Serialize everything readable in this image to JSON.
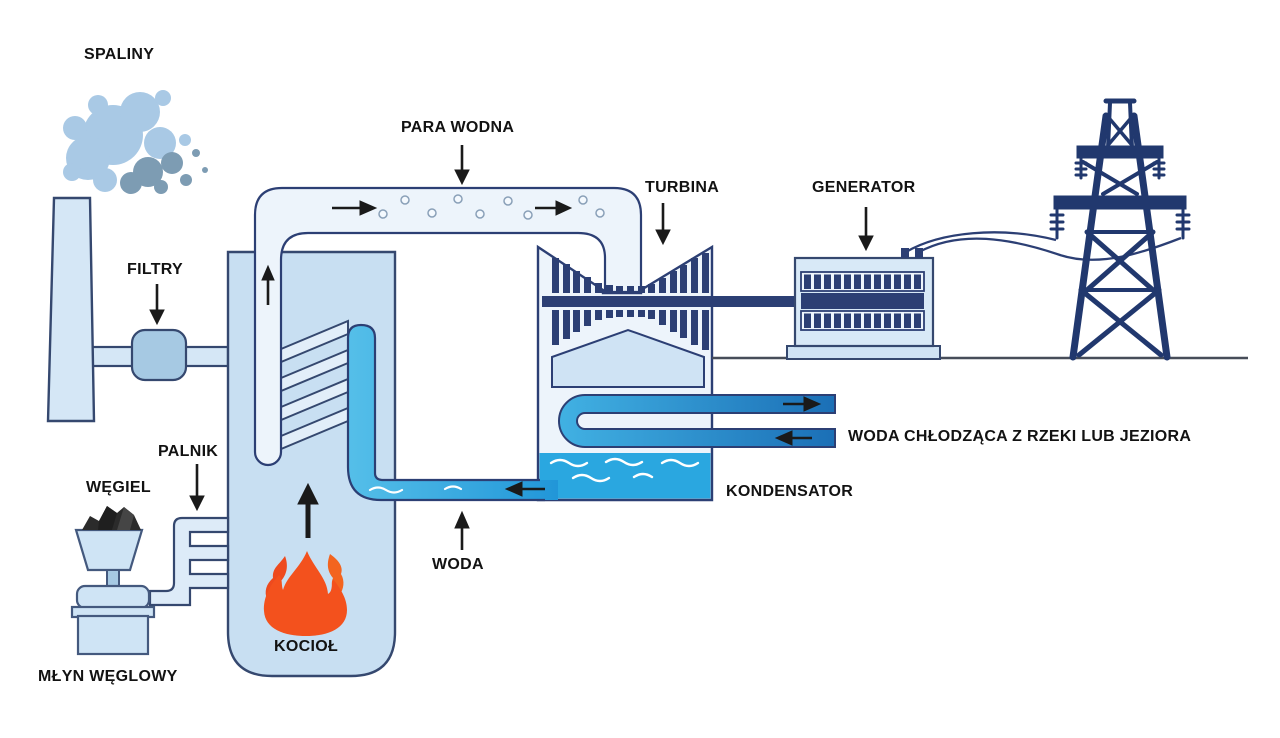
{
  "diagram": {
    "labels": {
      "spaliny": "SPALINY",
      "para_wodna": "PARA WODNA",
      "turbina": "TURBINA",
      "generator": "GENERATOR",
      "filtry": "FILTRY",
      "palnik": "PALNIK",
      "wegiel": "WĘGIEL",
      "mlyn_weglowy": "MŁYN WĘGLOWY",
      "kociol": "KOCIOŁ",
      "woda": "WODA",
      "kondensator": "KONDENSATOR",
      "woda_chlodzaca": "WODA CHŁODZĄCA Z RZEKI LUB JEZIORA"
    },
    "icons": {
      "smoke": "smoke-cloud-icon",
      "flame": "flame-icon",
      "tower": "transmission-tower-icon"
    },
    "colors": {
      "light_blue": "#cfe3f4",
      "boiler_blue": "#c8dff2",
      "pale_blue": "#edf4fb",
      "filter_blue": "#a6c9e3",
      "cyan_water": "#2aa7e0",
      "pipe_blue_dark": "#1b6fb6",
      "navy": "#2c3f74",
      "outline": "#35486f",
      "flame_orange": "#f3511d",
      "coal_black": "#2b2b2b",
      "smoke_light": "#a9c9e5",
      "smoke_dark": "#7d9cb3",
      "text": "#121212"
    }
  }
}
